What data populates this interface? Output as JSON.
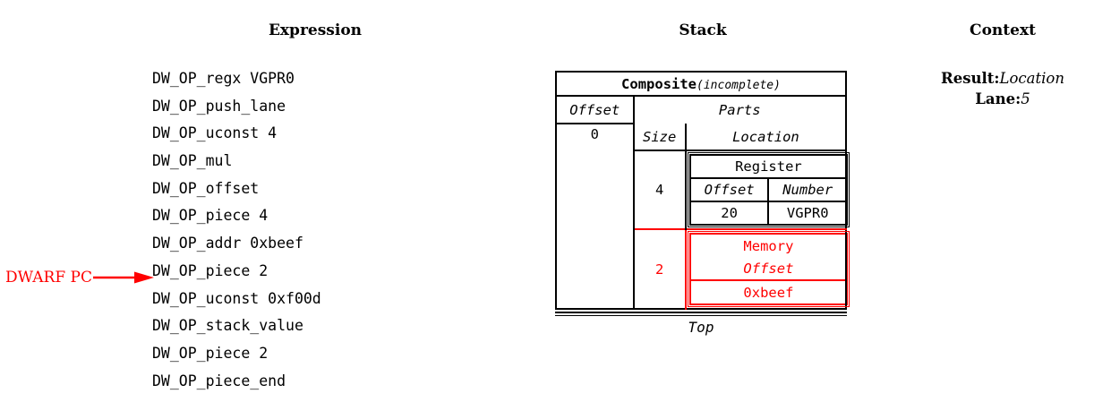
{
  "headings": {
    "expression": "Expression",
    "stack": "Stack",
    "context": "Context"
  },
  "expression": {
    "lines": [
      "DW_OP_regx VGPR0",
      "DW_OP_push_lane",
      "DW_OP_uconst 4",
      "DW_OP_mul",
      "DW_OP_offset",
      "DW_OP_piece 4",
      "DW_OP_addr 0xbeef",
      "DW_OP_piece 2",
      "DW_OP_uconst 0xf00d",
      "DW_OP_stack_value",
      "DW_OP_piece 2",
      "DW_OP_piece_end"
    ],
    "pc_marker": {
      "label": "DWARF PC",
      "points_to_line_index": 8,
      "color": "#ff0000"
    }
  },
  "stack": {
    "entry": {
      "title": "Composite",
      "title_note": "(incomplete)",
      "offset_header": "Offset",
      "offset_value": "0",
      "parts_header": "Parts",
      "size_header": "Size",
      "location_header": "Location",
      "parts": [
        {
          "size": "4",
          "highlighted": false,
          "location": {
            "title": "Register",
            "columns": [
              "Offset",
              "Number"
            ],
            "values": [
              "20",
              "VGPR0"
            ]
          }
        },
        {
          "size": "2",
          "highlighted": true,
          "highlight_color": "#ff0000",
          "location": {
            "title": "Memory",
            "columns": [
              "Offset"
            ],
            "values": [
              "0xbeef"
            ]
          }
        }
      ]
    },
    "top_label": "Top"
  },
  "context": {
    "rows": [
      {
        "key": "Result:",
        "value": "Location"
      },
      {
        "key": "Lane:",
        "value": "5"
      }
    ]
  }
}
